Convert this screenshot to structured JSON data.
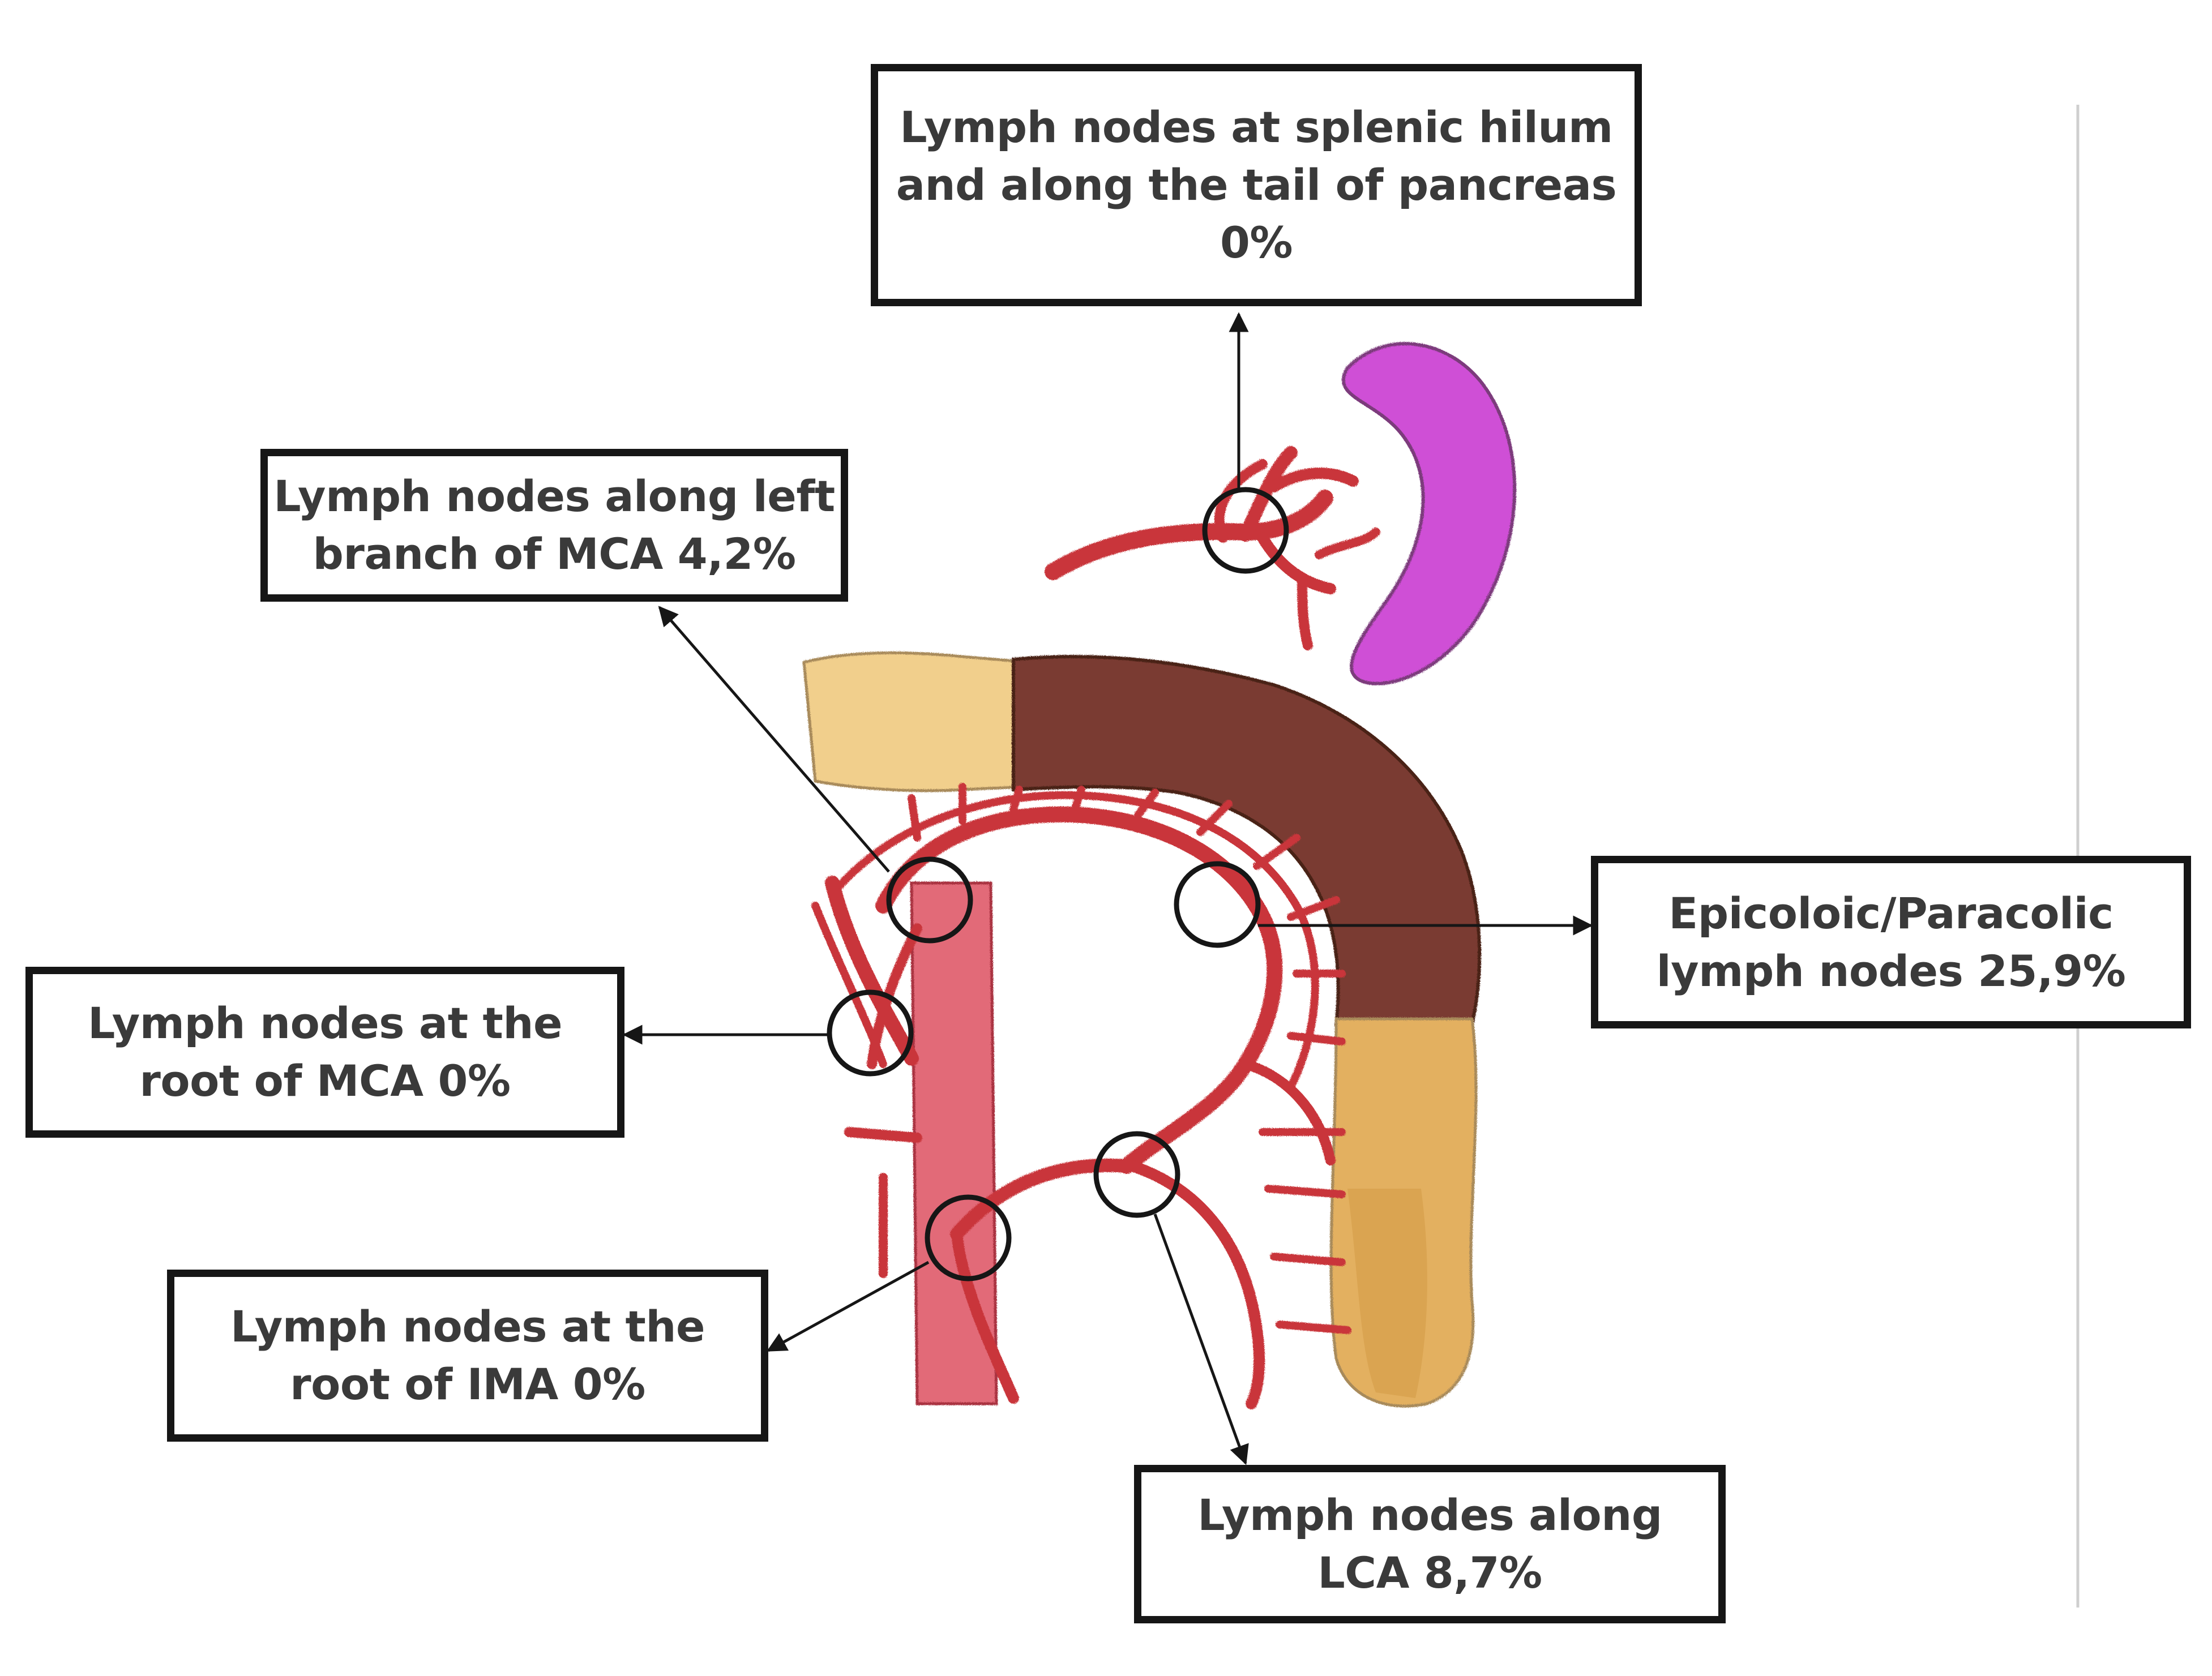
{
  "labels": {
    "splenic_hilum": {
      "line1": "Lymph nodes at splenic hilum",
      "line2": "and along the tail of pancreas",
      "line3": "0%"
    },
    "left_branch_mca": {
      "line1": "Lymph nodes along left",
      "line2": "branch of MCA  4,2%"
    },
    "root_mca": {
      "line1": "Lymph nodes at the",
      "line2": "root of MCA 0%"
    },
    "epicolic": {
      "line1": "Epicoloic/Paracolic",
      "line2": "lymph nodes 25,9%"
    },
    "root_ima": {
      "line1": "Lymph nodes at the",
      "line2": "root of IMA 0%"
    },
    "lca": {
      "line1": "Lymph nodes along",
      "line2": "LCA  8,7%"
    }
  },
  "colors": {
    "artery_red": "#c9363a",
    "aorta_pink": "#e26a78",
    "colon_yellow": "#f1cf8c",
    "colon_brown": "#7a3a30",
    "colon_descending_gold": "#e3b060",
    "spleen_magenta": "#cf4fd6",
    "outline": "#161616"
  }
}
